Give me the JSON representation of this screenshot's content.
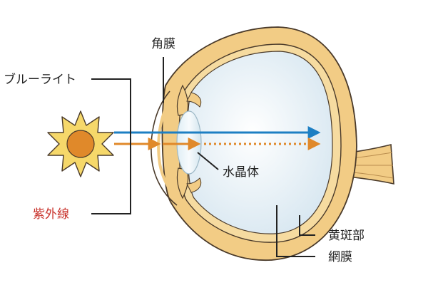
{
  "labels": {
    "cornea": "角膜",
    "blue_light": "ブルーライト",
    "lens": "水晶体",
    "uv": "紫外線",
    "macula": "黄斑部",
    "retina": "網膜"
  },
  "colors": {
    "blue_light": "#1d7fc3",
    "uv": "#e0892a",
    "uv_label": "#c8312a",
    "sun_body": "#e0892a",
    "sun_rays": "#f6d86a",
    "eye_tissue": "#f2cc85",
    "eye_outline": "#4a3a2a",
    "eye_interior": "#e6f0f6"
  },
  "icons": {
    "sun": "sun-icon"
  }
}
